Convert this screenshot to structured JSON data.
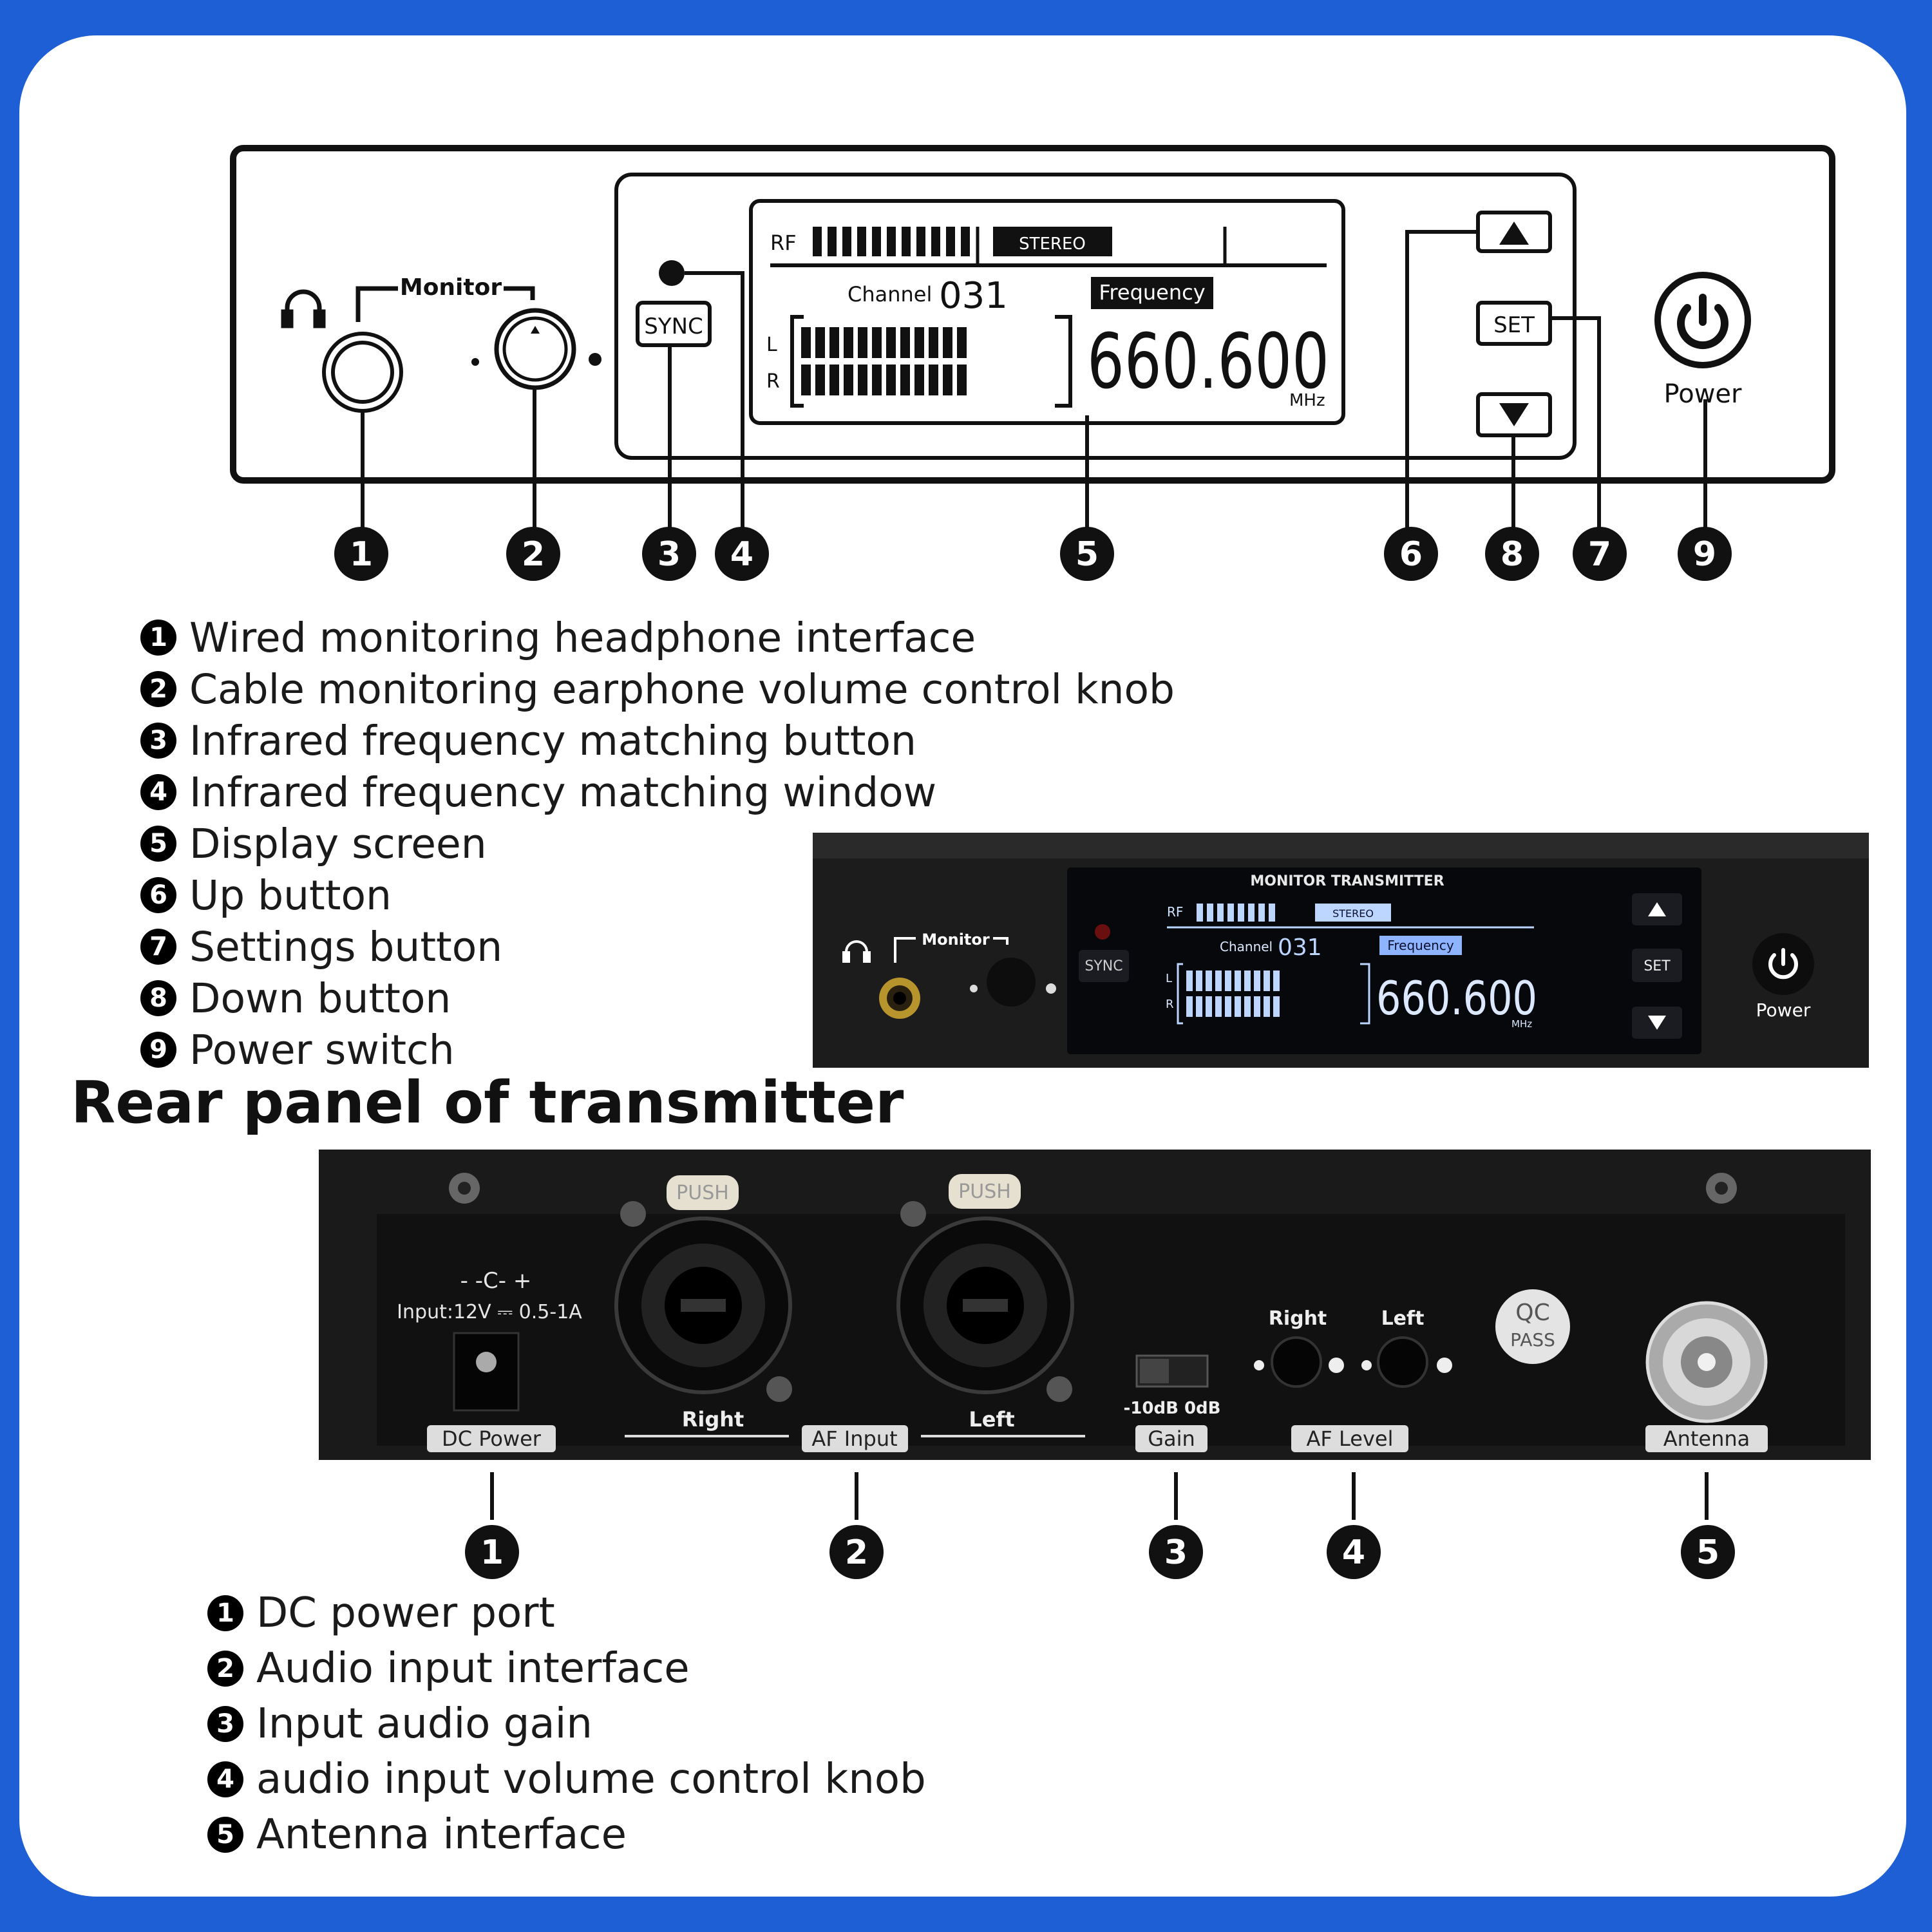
{
  "front_diagram": {
    "monitor_label": "Monitor",
    "sync_label": "SYNC",
    "rf_label": "RF",
    "stereo_label": "STEREO",
    "channel_label": "Channel",
    "channel_value": "031",
    "frequency_label": "Frequency",
    "frequency_value": "660.600",
    "mhz_label": "MHz",
    "left_label": "L",
    "right_label": "R",
    "set_label": "SET",
    "power_label": "Power",
    "callouts": [
      "1",
      "2",
      "3",
      "4",
      "5",
      "6",
      "8",
      "7",
      "9"
    ]
  },
  "front_list": [
    {
      "num": "1",
      "text": "Wired monitoring headphone interface"
    },
    {
      "num": "2",
      "text": "Cable monitoring earphone volume control knob"
    },
    {
      "num": "3",
      "text": "Infrared frequency matching button"
    },
    {
      "num": "4",
      "text": "Infrared frequency matching window"
    },
    {
      "num": "5",
      "text": "Display screen"
    },
    {
      "num": "6",
      "text": "Up button"
    },
    {
      "num": "7",
      "text": "Settings button"
    },
    {
      "num": "8",
      "text": "Down button"
    },
    {
      "num": "9",
      "text": "Power switch"
    }
  ],
  "device_photo": {
    "title": "MONITOR TRANSMITTER",
    "monitor_label": "Monitor",
    "sync_label": "SYNC",
    "rf_label": "RF",
    "stereo_label": "STEREO",
    "channel_label": "Channel",
    "channel_value": "031",
    "frequency_label": "Frequency",
    "frequency_value": "660.600",
    "mhz_label": "MHz",
    "left_label": "L",
    "right_label": "R",
    "set_label": "SET",
    "power_label": "Power"
  },
  "rear_title": "Rear panel of transmitter",
  "rear_panel": {
    "push_label": "PUSH",
    "dc_polarity": "- -C- +",
    "input_spec": "Input:12V ⎓ 0.5-1A",
    "dc_power_label": "DC Power",
    "right_label": "Right",
    "left_label": "Left",
    "af_input_label": "AF Input",
    "gain_options": "-10dB  0dB",
    "gain_label": "Gain",
    "af_level_right": "Right",
    "af_level_left": "Left",
    "af_level_label": "AF Level",
    "qc_line1": "QC",
    "qc_line2": "PASS",
    "antenna_label": "Antenna",
    "callouts": [
      "1",
      "2",
      "3",
      "4",
      "5"
    ]
  },
  "rear_list": [
    {
      "num": "1",
      "text": "DC power port"
    },
    {
      "num": "2",
      "text": "Audio input interface"
    },
    {
      "num": "3",
      "text": "Input audio gain"
    },
    {
      "num": "4",
      "text": "audio input volume control knob"
    },
    {
      "num": "5",
      "text": "Antenna interface"
    }
  ]
}
